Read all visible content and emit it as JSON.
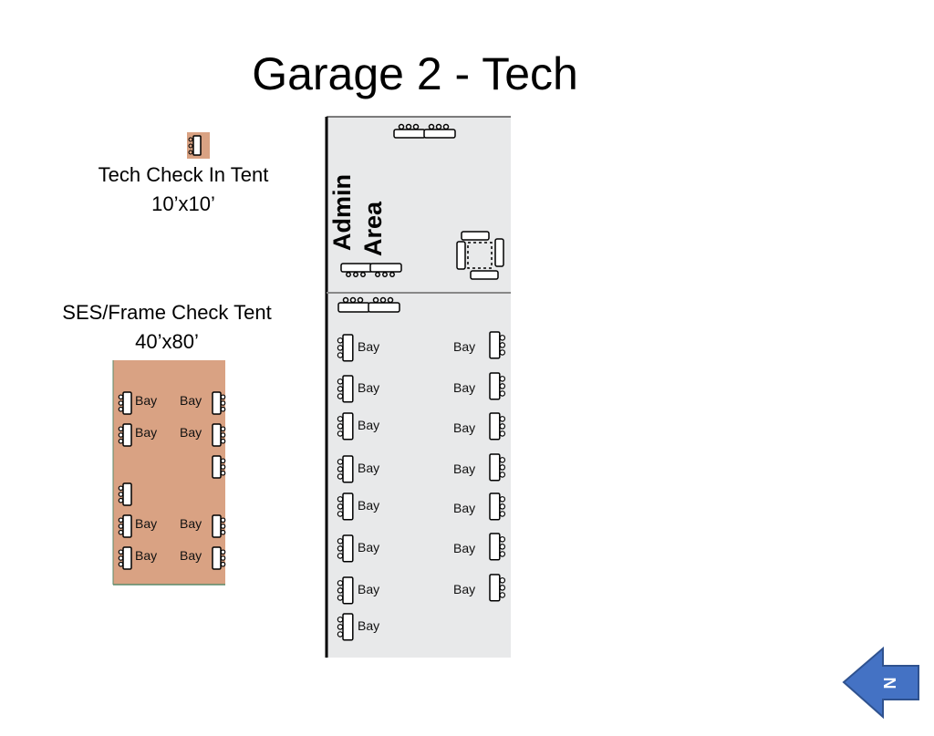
{
  "title": "Garage 2 - Tech",
  "tech_checkin": {
    "name": "Tech Check In Tent",
    "size": "10’x10’"
  },
  "ses_tent": {
    "name": "SES/Frame Check Tent",
    "size": "40’x80’"
  },
  "admin_area": {
    "line1": "Admin",
    "line2": "Area"
  },
  "bay_label": "Bay",
  "compass": {
    "label": "N"
  },
  "colors": {
    "tent_fill": "#d9a283",
    "garage_fill": "#e8e9ea",
    "arrow_fill": "#4472c4"
  }
}
